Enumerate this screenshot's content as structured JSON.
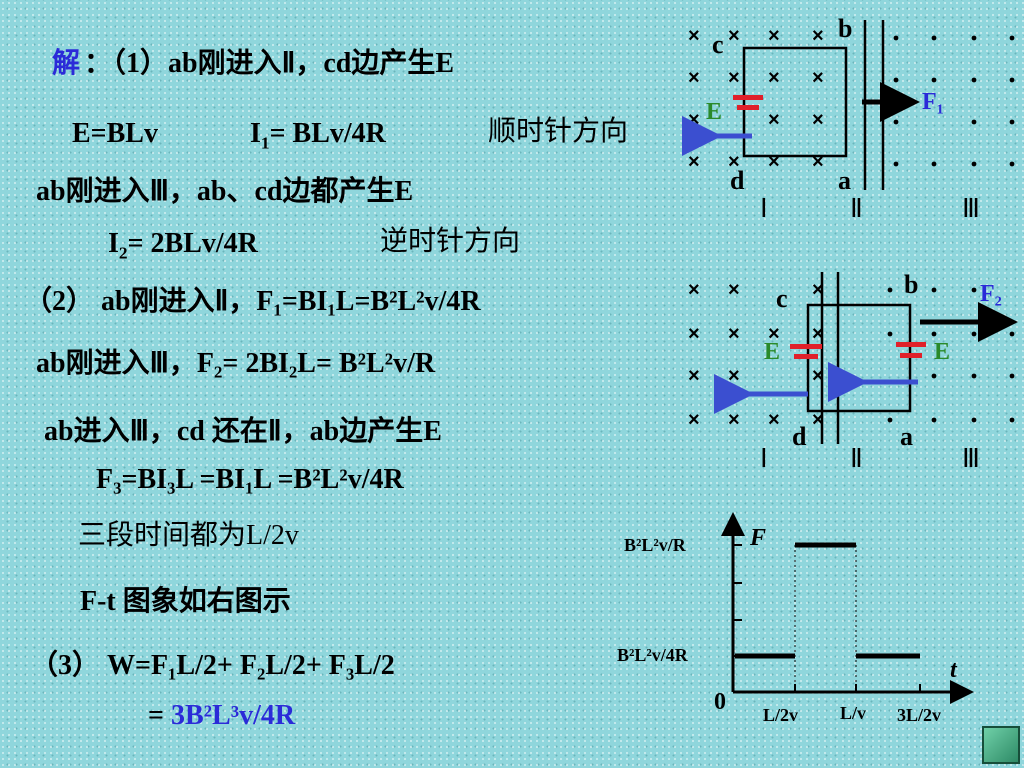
{
  "solution": {
    "heading": "解",
    "l1": "：（1）ab刚进入Ⅱ，cd边产生E",
    "l2_e": "E=BLv",
    "l2_i": "I",
    "l2_i_sub": "1",
    "l2_i_rest": "= BLv/4R",
    "l2_dir": "顺时针方向",
    "l3": "ab刚进入Ⅲ，ab、cd边都产生E",
    "l4_i": "I",
    "l4_i_sub": "2",
    "l4_i_rest": "= 2BLv/4R",
    "l4_dir": "逆时针方向",
    "l5": "（2） ab刚进入Ⅱ，F₁=BI₁L=B²L²v/4R",
    "l6": "ab刚进入Ⅲ，F₂= 2BI₂L= B²L²v/R",
    "l7": "ab进入Ⅲ，cd 还在Ⅱ，ab边产生E",
    "l8": "F₃=BI₃L =BI₁L =B²L²v/4R",
    "l9": "三段时间都为L/2v",
    "l10": "F-t 图象如右图示",
    "l11": "（3） W=F₁L/2+ F₂L/2+ F₃L/2",
    "l12_eq": "= ",
    "l12_ans": "3B²L³v/4R"
  },
  "diagram1": {
    "label_b": "b",
    "label_c": "c",
    "label_d": "d",
    "label_a": "a",
    "label_E": "E",
    "label_F": "F₁",
    "region1": "Ⅰ",
    "region2": "Ⅱ",
    "region3": "Ⅲ"
  },
  "diagram2": {
    "label_b": "b",
    "label_c": "c",
    "label_d": "d",
    "label_a": "a",
    "label_E_left": "E",
    "label_E_right": "E",
    "label_F": "F₂",
    "region1": "Ⅰ",
    "region2": "Ⅱ",
    "region3": "Ⅲ"
  },
  "graph": {
    "y_axis_label": "F",
    "x_axis_label": "t",
    "origin": "0",
    "y_tick_high": "B²L²v/R",
    "y_tick_low": "B²L²v/4R",
    "x_ticks": [
      "L/2v",
      "L/v",
      "3L/2v"
    ]
  },
  "colors": {
    "background": "#8fd6dc",
    "accent_blue": "#2b2bd8",
    "arrow_blue": "#3b4fd0",
    "battery_red": "#e0202a",
    "label_green": "#2a8a2a"
  }
}
